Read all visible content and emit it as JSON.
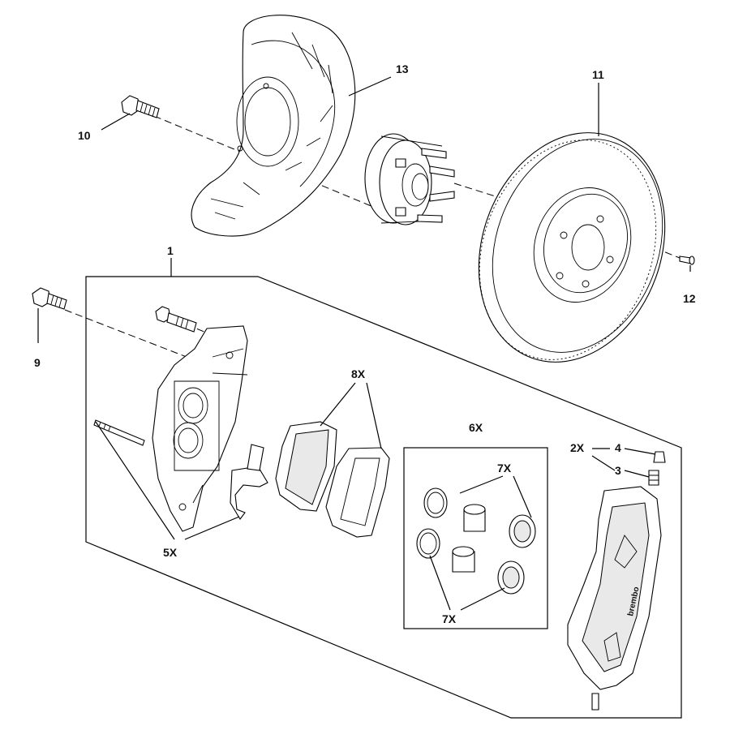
{
  "diagram": {
    "labels": {
      "p1": "1",
      "p9": "9",
      "p10": "10",
      "p11": "11",
      "p12": "12",
      "p13": "13",
      "p5x": "5X",
      "p8x": "8X",
      "p6x": "6X",
      "p7x_top": "7X",
      "p7x_bottom": "7X",
      "p2x": "2X",
      "p4": "4",
      "p3": "3",
      "caliper_brand": "brembo"
    },
    "colors": {
      "line": "#000000",
      "background": "#ffffff",
      "part_fill": "#ffffff",
      "shade": "#e9e9e9"
    }
  }
}
